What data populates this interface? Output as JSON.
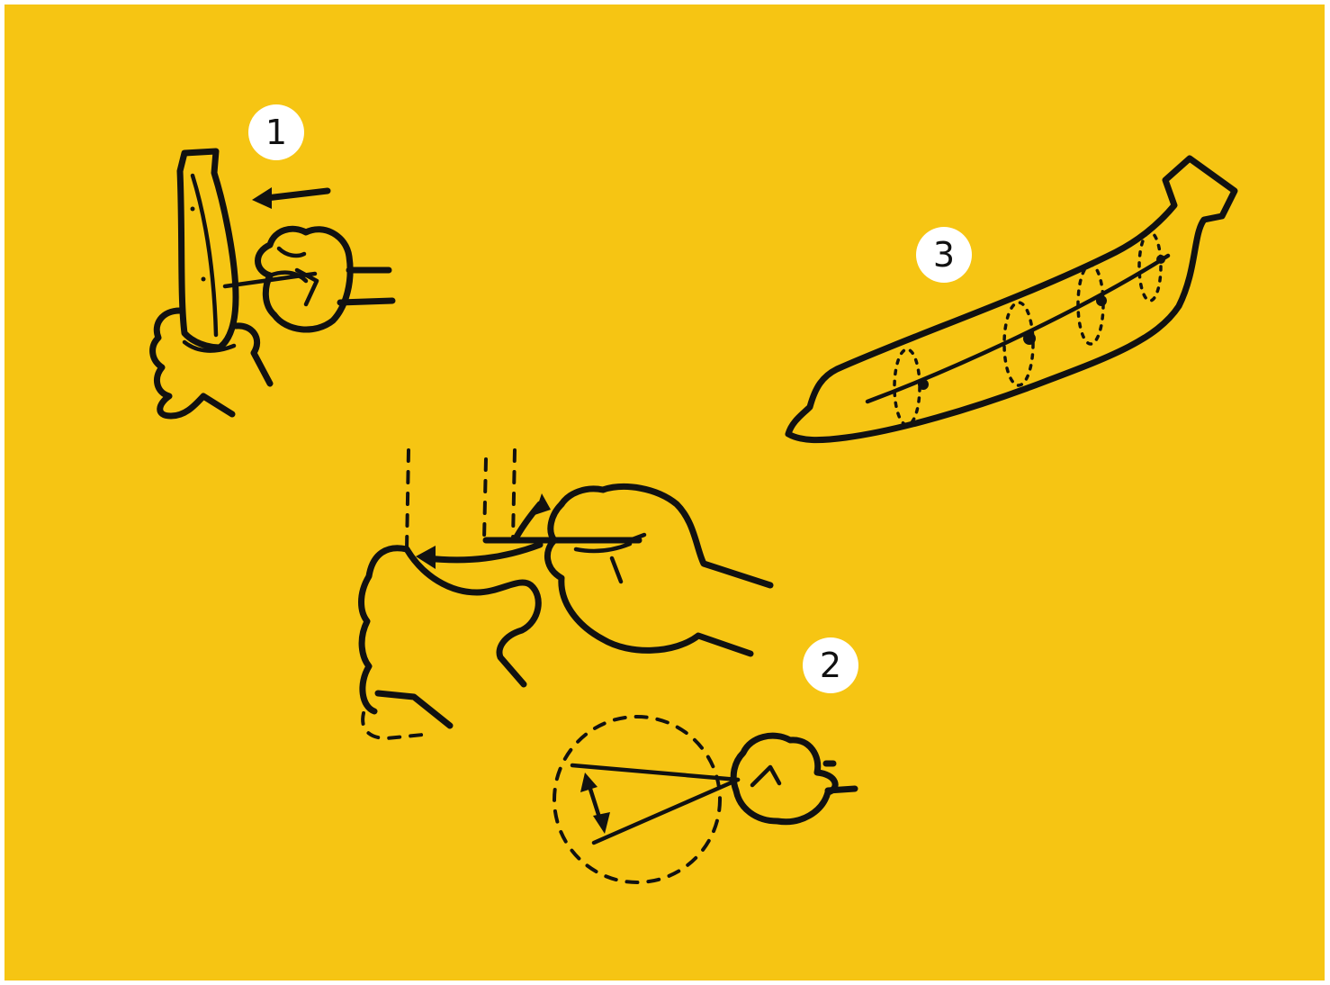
{
  "background_color": "#F6C513",
  "ink_color": "#111111",
  "steps": [
    {
      "number": "1",
      "depicts": "hand-holding-banana-pulling-string-icon"
    },
    {
      "number": "2",
      "depicts": "hands-wrapping-string-around-banana-icon"
    },
    {
      "number": "3",
      "depicts": "banana-with-marked-cut-lines-icon"
    }
  ]
}
